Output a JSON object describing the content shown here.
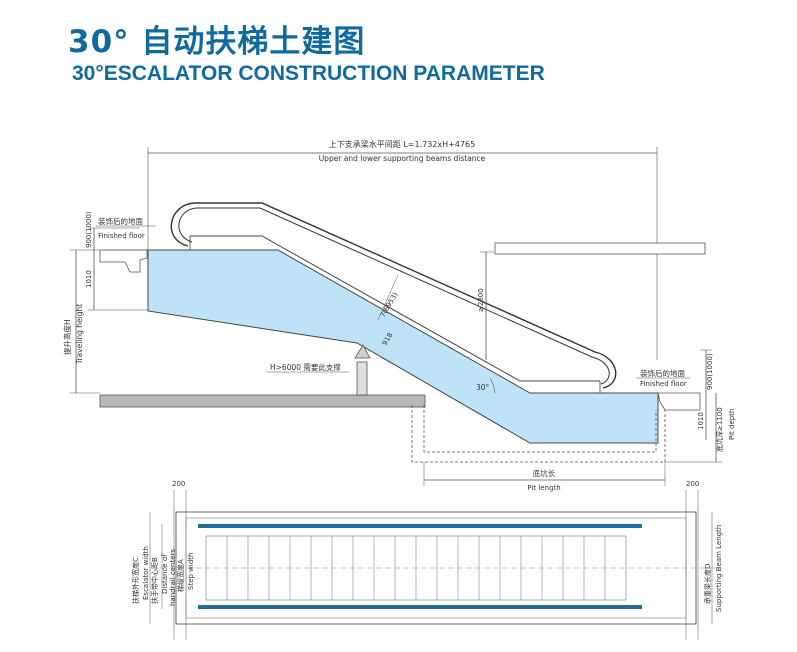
{
  "title_cn": "30° 自动扶梯土建图",
  "title_en": "30°ESCALATOR CONSTRUCTION PARAMETER",
  "side_view": {
    "horizontal_distance_cn": "上下支承梁水平间距 L=1.732xH+4765",
    "horizontal_distance_en": "Upper and lower supporting beams distance",
    "finished_floor_cn": "装饰后的地面",
    "finished_floor_en": "Finished floor",
    "dim_900_1000": "900(1000)",
    "dim_1010": "1010",
    "travel_height_cn": "提升高度H",
    "travel_height_en": "Traveling height",
    "dim_7_6953": "7(6953)",
    "dim_918": "918",
    "dim_2300": "≥2300",
    "angle": "30°",
    "support_note": "H>6000 需要此支撑",
    "pit_depth_cn": "底坑深≥1100",
    "pit_depth_en": "Pit depth",
    "pit_length_cn": "底坑长",
    "pit_length_en": "Pit length"
  },
  "plan_view": {
    "dim_200_left": "200",
    "dim_200_right": "200",
    "escalator_width_cn": "扶梯外形宽度C",
    "escalator_width_en": "Escalator width",
    "handrail_cn": "扶手带中心距B",
    "handrail_en_1": "Distance of",
    "handrail_en_2": "handrail centers",
    "step_cn": "梯级宽度A",
    "step_en": "Step width",
    "beam_length_cn": "承重梁长度D",
    "beam_length_en": "Supporting Beam Length"
  },
  "colors": {
    "title": "#0f6aa0",
    "truss_fill": "#bfe3f6",
    "handrail_blue": "#1f6f9a",
    "concrete": "#b8b8b8"
  }
}
